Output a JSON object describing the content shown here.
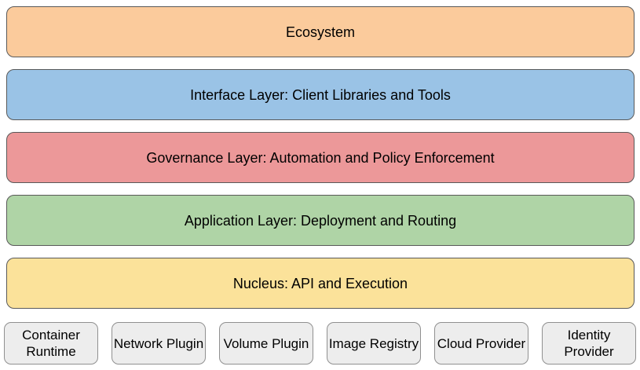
{
  "diagram": {
    "title": "Layered architecture diagram",
    "background": "#ffffff",
    "layer_stroke": "#595959",
    "layers": [
      {
        "label": "Ecosystem",
        "fill": "#fbcb9c"
      },
      {
        "label": "Interface Layer: Client Libraries and Tools",
        "fill": "#9ac3e6"
      },
      {
        "label": "Governance Layer: Automation and Policy Enforcement",
        "fill": "#ec9899"
      },
      {
        "label": "Application Layer: Deployment and Routing",
        "fill": "#afd4a6"
      },
      {
        "label": "Nucleus: API and Execution",
        "fill": "#fbe29a"
      }
    ],
    "plugins": {
      "fill": "#ededed",
      "stroke": "#909090",
      "items": [
        {
          "label": "Container Runtime"
        },
        {
          "label": "Network Plugin"
        },
        {
          "label": "Volume Plugin"
        },
        {
          "label": "Image Registry"
        },
        {
          "label": "Cloud Provider"
        },
        {
          "label": "Identity Provider"
        }
      ]
    }
  }
}
